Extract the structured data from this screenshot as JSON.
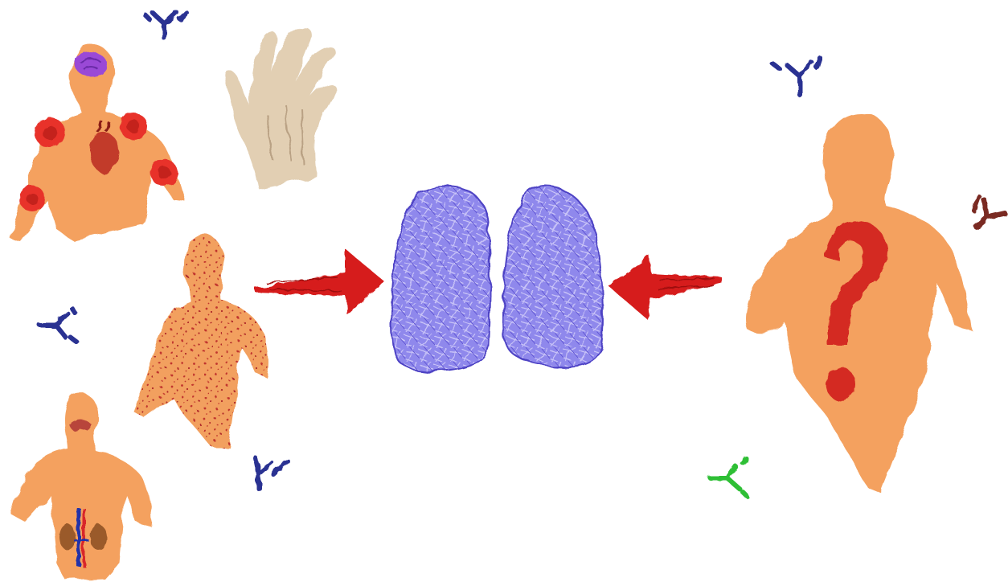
{
  "illustration": {
    "text": "",
    "figures": [
      "torso-with-brain-heart-and-joint-involvement",
      "torso-with-skin-rash",
      "torso-with-kidney-and-sinus-involvement",
      "torso-with-question-mark"
    ],
    "center": "lungs",
    "arrows": [
      "arrow-left-to-lungs",
      "arrow-right-to-lungs"
    ],
    "antibody_glyphs": [
      "antibody-icon",
      "antibody-icon",
      "antibody-icon",
      "antibody-icon",
      "antibody-icon",
      "antibody-icon"
    ],
    "colors": {
      "skin": "#f4a15f",
      "lungs": "#8c85ea",
      "arrow": "#d61d1d",
      "question_mark": "#d42a22",
      "joints": "#e8322b",
      "brain": "#9a4ad6",
      "antibody_blue": "#2c3192",
      "antibody_brown": "#7a2a22",
      "antibody_green": "#2fbf36",
      "hand": "#e2cfb3",
      "kidney": "#9a5a2a"
    }
  }
}
